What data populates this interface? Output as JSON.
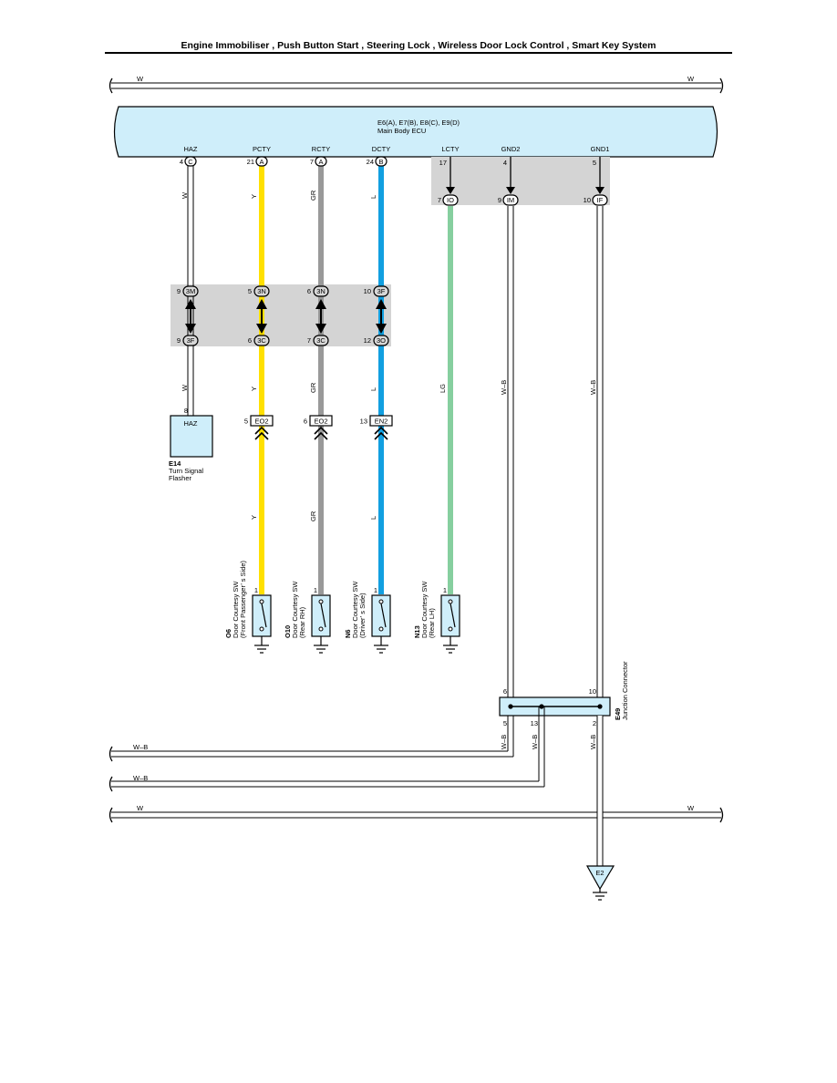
{
  "title": "Engine Immobiliser , Push Button Start , Steering Lock , Wireless Door Lock Control , Smart Key System",
  "top_wire": {
    "left": "W",
    "right": "W"
  },
  "ecu": {
    "codes": "E6(A), E7(B), E8(C), E9(D)",
    "name": "Main Body ECU",
    "colors": {
      "fill": "#cfeefa",
      "stroke": "#000000"
    }
  },
  "ecu_terminals": [
    {
      "name": "HAZ",
      "pin": "4",
      "conn": "C"
    },
    {
      "name": "PCTY",
      "pin": "21",
      "conn": "A"
    },
    {
      "name": "RCTY",
      "pin": "7",
      "conn": "A"
    },
    {
      "name": "DCTY",
      "pin": "24",
      "conn": "B"
    },
    {
      "name": "LCTY",
      "pin": "17",
      "conn": ""
    },
    {
      "name": "GND2",
      "pin": "4",
      "conn": ""
    },
    {
      "name": "GND1",
      "pin": "5",
      "conn": ""
    }
  ],
  "inner_connectors": [
    {
      "pin": "7",
      "code": "IO"
    },
    {
      "pin": "9",
      "code": "IM"
    },
    {
      "pin": "10",
      "code": "IF"
    }
  ],
  "wire_colors": {
    "W": "#ffffff",
    "Y": "#ffe000",
    "GR": "#999999",
    "L": "#119fe0",
    "LG": "#86cf9f",
    "W-B": "#ffffff"
  },
  "upper_wire_labels": [
    "W",
    "Y",
    "GR",
    "L"
  ],
  "junction_top": [
    {
      "pin": "9",
      "code": "3M"
    },
    {
      "pin": "5",
      "code": "3N"
    },
    {
      "pin": "6",
      "code": "3N"
    },
    {
      "pin": "10",
      "code": "3F"
    }
  ],
  "junction_bottom": [
    {
      "pin": "9",
      "code": "3F"
    },
    {
      "pin": "6",
      "code": "3C"
    },
    {
      "pin": "7",
      "code": "3C"
    },
    {
      "pin": "12",
      "code": "3O"
    }
  ],
  "mid_wire_labels": [
    "W",
    "Y",
    "GR",
    "L",
    "LG",
    "W–B",
    "W–B"
  ],
  "flasher": {
    "pin": "8",
    "inner": "HAZ",
    "code": "E14",
    "name_line1": "Turn Signal",
    "name_line2": "Flasher"
  },
  "inline_connectors": [
    {
      "pin": "5",
      "code": "EO2"
    },
    {
      "pin": "6",
      "code": "EO2"
    },
    {
      "pin": "13",
      "code": "EN2"
    }
  ],
  "lower_wire_labels": [
    "Y",
    "GR",
    "L"
  ],
  "switches": [
    {
      "code": "O6",
      "line1": "Door Courtesy SW",
      "line2": "(Front Passenger’ s Side)",
      "pin": "1"
    },
    {
      "code": "O10",
      "line1": "Door Courtesy SW",
      "line2": "(Rear RH)",
      "pin": "1"
    },
    {
      "code": "N6",
      "line1": "Door Courtesy SW",
      "line2": "(Driver’ s Side)",
      "pin": "1"
    },
    {
      "code": "N13",
      "line1": "Door Courtesy SW",
      "line2": "(Rear LH)",
      "pin": "1"
    }
  ],
  "junction_connector": {
    "code": "E49",
    "name": "Junction Connector",
    "top_pins": [
      "6",
      "10"
    ],
    "bottom_pins": [
      "5",
      "13",
      "2"
    ]
  },
  "bottom_wire_labels": [
    "W–B",
    "W–B",
    "W–B"
  ],
  "bus_wires": [
    {
      "label": "W–B"
    },
    {
      "label": "W–B"
    },
    {
      "left": "W",
      "right": "W"
    }
  ],
  "ground": {
    "code": "E2"
  }
}
